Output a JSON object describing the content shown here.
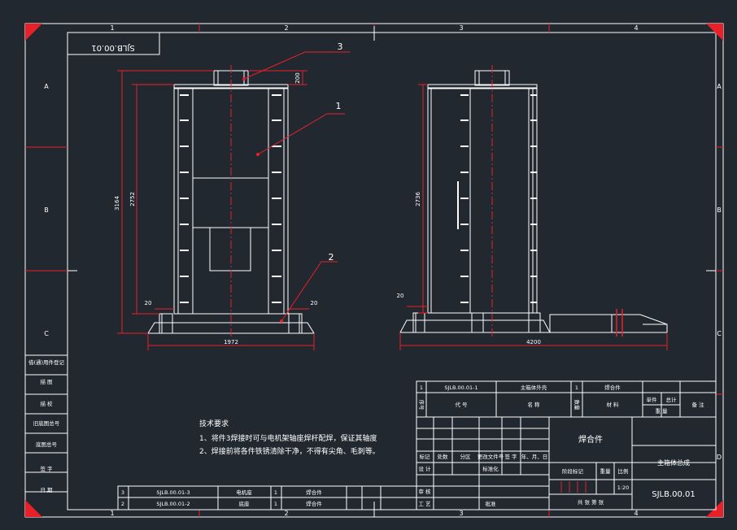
{
  "colors": {
    "background": "#212830",
    "frame": "#ffffff",
    "red": "#e8202a",
    "text": "#ffffff"
  },
  "drawing_code_stamp": "SJLB.00.01",
  "zones": {
    "columns": [
      "1",
      "2",
      "3",
      "4"
    ],
    "rows": [
      "A",
      "B",
      "C",
      "D"
    ]
  },
  "dimensions": {
    "total_height": "3164",
    "frame_height": "2752",
    "top_flange": "200",
    "side_height": "2736",
    "base_width": "1972",
    "total_length": "4200",
    "left_foot_a": "20",
    "left_foot_b": "20",
    "side_foot": "20"
  },
  "callouts": [
    "3",
    "1",
    "2"
  ],
  "notes": {
    "title": "技术要求",
    "lines": [
      "1、将件3焊接时可与电机架轴座焊杆配焊，保证其轴度",
      "2、焊接前将各件铁锈清除干净，不得有尖角、毛刺等。"
    ]
  },
  "side_column_labels": [
    "借(通)用件登记",
    "描 图",
    "描 校",
    "旧底图总号",
    "底图总号",
    "签 字",
    "日 期"
  ],
  "bom": {
    "rows": [
      {
        "no": "3",
        "code": "SJLB.00.01-3",
        "name": "电机座",
        "qty": "1",
        "remark": "焊合件"
      },
      {
        "no": "2",
        "code": "SJLB.00.01-2",
        "name": "底座",
        "qty": "1",
        "remark": "焊合件"
      }
    ],
    "top_row": {
      "no": "1",
      "code": "SJLB.00.01-1",
      "name": "主箱体外壳",
      "qty": "1",
      "remark": "焊合件"
    },
    "header": {
      "no": "序号",
      "code": "代 号",
      "name": "名 称",
      "qty": "数量",
      "material": "材 料",
      "unit_weight": "单件",
      "total_weight": "总计",
      "weight": "重 量",
      "remark": "备 注"
    }
  },
  "title_block": {
    "sign_headers": [
      "标记",
      "处数",
      "分区",
      "更改文件号",
      "签 字",
      "年、月、日"
    ],
    "roles": [
      "设 计",
      "标准化",
      "审 核",
      "工 艺",
      "批准"
    ],
    "material_cell": "焊合件",
    "stage_mark": "阶段标记",
    "weight_label": "重量",
    "scale_label": "比例",
    "scale_value": "1:20",
    "sheets": "共  张 第  张",
    "drawing_name": "主箱体总成",
    "drawing_code": "SJLB.00.01"
  }
}
